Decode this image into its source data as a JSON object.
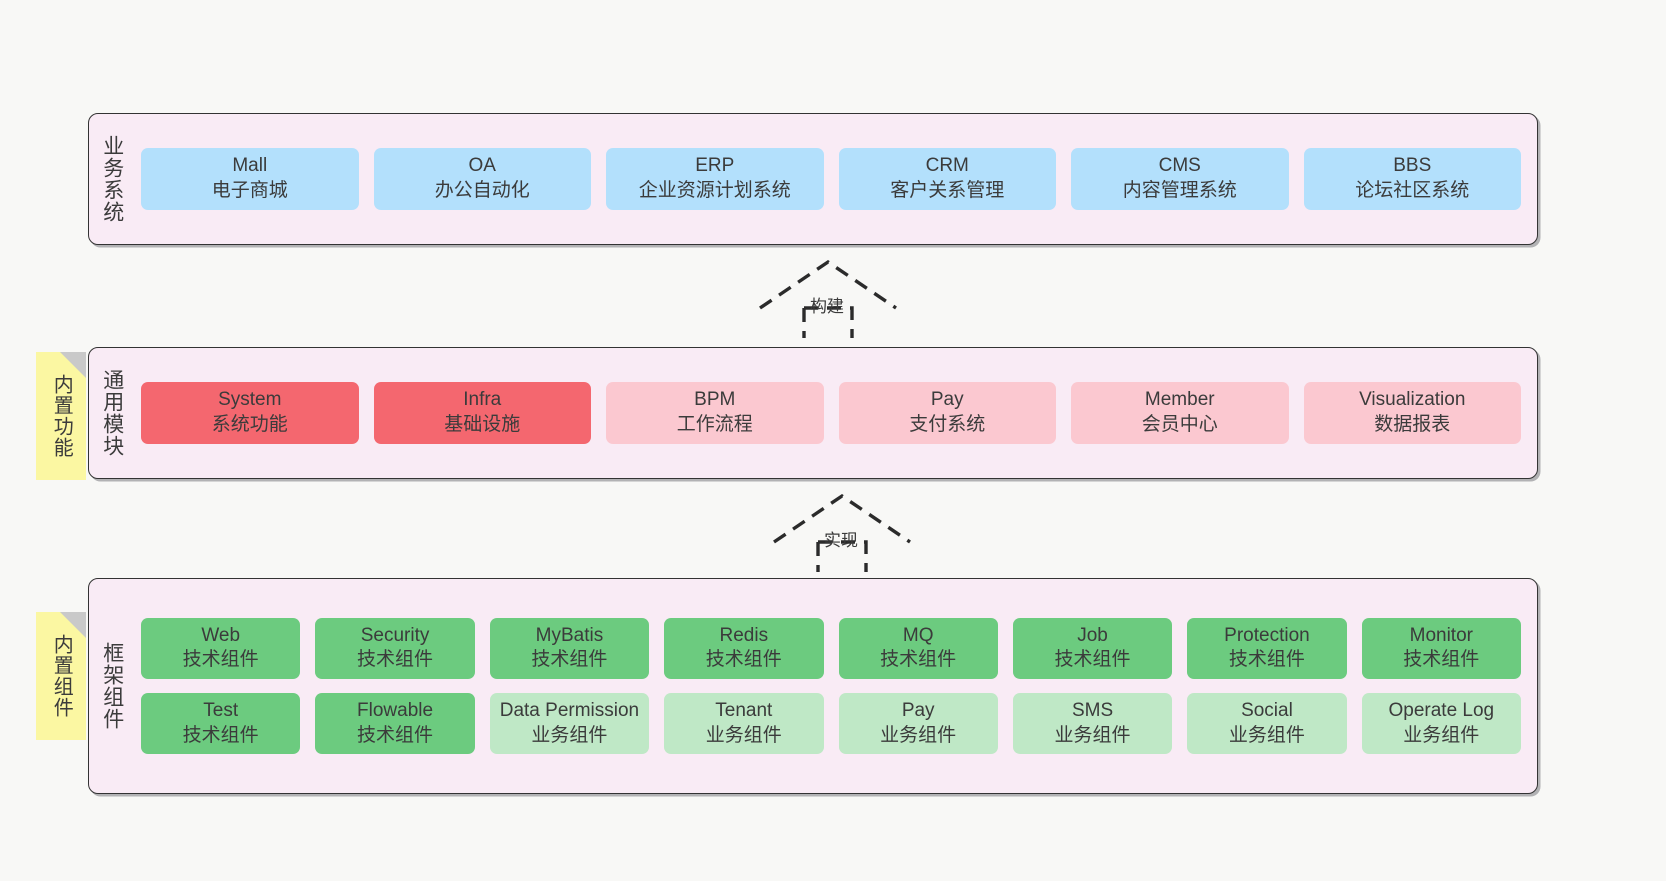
{
  "diagram": {
    "background": "#f8f8f6",
    "section_fill": "#f9ebf5",
    "section_border": "#333333",
    "sticky_fill": "#fbf7a2"
  },
  "sections": [
    {
      "key": "business",
      "label": "业务系统",
      "rows": [
        {
          "cards": [
            {
              "name": "Mall",
              "sub": "电子商城",
              "color": "#b3e0fc",
              "style": "c-blue"
            },
            {
              "name": "OA",
              "sub": "办公自动化",
              "color": "#b3e0fc",
              "style": "c-blue"
            },
            {
              "name": "ERP",
              "sub": "企业资源计划系统",
              "color": "#b3e0fc",
              "style": "c-blue"
            },
            {
              "name": "CRM",
              "sub": "客户关系管理",
              "color": "#b3e0fc",
              "style": "c-blue"
            },
            {
              "name": "CMS",
              "sub": "内容管理系统",
              "color": "#b3e0fc",
              "style": "c-blue"
            },
            {
              "name": "BBS",
              "sub": "论坛社区系统",
              "color": "#b3e0fc",
              "style": "c-blue"
            }
          ]
        }
      ]
    },
    {
      "key": "modules",
      "label": "通用模块",
      "sticky": "内置功能",
      "rows": [
        {
          "cards": [
            {
              "name": "System",
              "sub": "系统功能",
              "color": "#f4676f",
              "style": "c-red"
            },
            {
              "name": "Infra",
              "sub": "基础设施",
              "color": "#f4676f",
              "style": "c-red"
            },
            {
              "name": "BPM",
              "sub": "工作流程",
              "color": "#fbc8d0",
              "style": "c-pink"
            },
            {
              "name": "Pay",
              "sub": "支付系统",
              "color": "#fbc8d0",
              "style": "c-pink"
            },
            {
              "name": "Member",
              "sub": "会员中心",
              "color": "#fbc8d0",
              "style": "c-pink"
            },
            {
              "name": "Visualization",
              "sub": "数据报表",
              "color": "#fbc8d0",
              "style": "c-pink"
            }
          ]
        }
      ]
    },
    {
      "key": "framework",
      "label": "框架组件",
      "sticky": "内置组件",
      "rows": [
        {
          "cards": [
            {
              "name": "Web",
              "sub": "技术组件",
              "color": "#6ccb7f",
              "style": "c-green-dark"
            },
            {
              "name": "Security",
              "sub": "技术组件",
              "color": "#6ccb7f",
              "style": "c-green-dark"
            },
            {
              "name": "MyBatis",
              "sub": "技术组件",
              "color": "#6ccb7f",
              "style": "c-green-dark"
            },
            {
              "name": "Redis",
              "sub": "技术组件",
              "color": "#6ccb7f",
              "style": "c-green-dark"
            },
            {
              "name": "MQ",
              "sub": "技术组件",
              "color": "#6ccb7f",
              "style": "c-green-dark"
            },
            {
              "name": "Job",
              "sub": "技术组件",
              "color": "#6ccb7f",
              "style": "c-green-dark"
            },
            {
              "name": "Protection",
              "sub": "技术组件",
              "color": "#6ccb7f",
              "style": "c-green-dark"
            },
            {
              "name": "Monitor",
              "sub": "技术组件",
              "color": "#6ccb7f",
              "style": "c-green-dark"
            }
          ]
        },
        {
          "cards": [
            {
              "name": "Test",
              "sub": "技术组件",
              "color": "#6ccb7f",
              "style": "c-green-dark"
            },
            {
              "name": "Flowable",
              "sub": "技术组件",
              "color": "#6ccb7f",
              "style": "c-green-dark"
            },
            {
              "name": "Data Permission",
              "sub": "业务组件",
              "color": "#bfe8c6",
              "style": "c-green-light"
            },
            {
              "name": "Tenant",
              "sub": "业务组件",
              "color": "#bfe8c6",
              "style": "c-green-light"
            },
            {
              "name": "Pay",
              "sub": "业务组件",
              "color": "#bfe8c6",
              "style": "c-green-light"
            },
            {
              "name": "SMS",
              "sub": "业务组件",
              "color": "#bfe8c6",
              "style": "c-green-light"
            },
            {
              "name": "Social",
              "sub": "业务组件",
              "color": "#bfe8c6",
              "style": "c-green-light"
            },
            {
              "name": "Operate Log",
              "sub": "业务组件",
              "color": "#bfe8c6",
              "style": "c-green-light"
            }
          ]
        }
      ]
    }
  ],
  "connectors": [
    {
      "key": "build",
      "label": "构建",
      "from": "modules",
      "to": "business"
    },
    {
      "key": "implement",
      "label": "实现",
      "from": "framework",
      "to": "modules"
    }
  ]
}
